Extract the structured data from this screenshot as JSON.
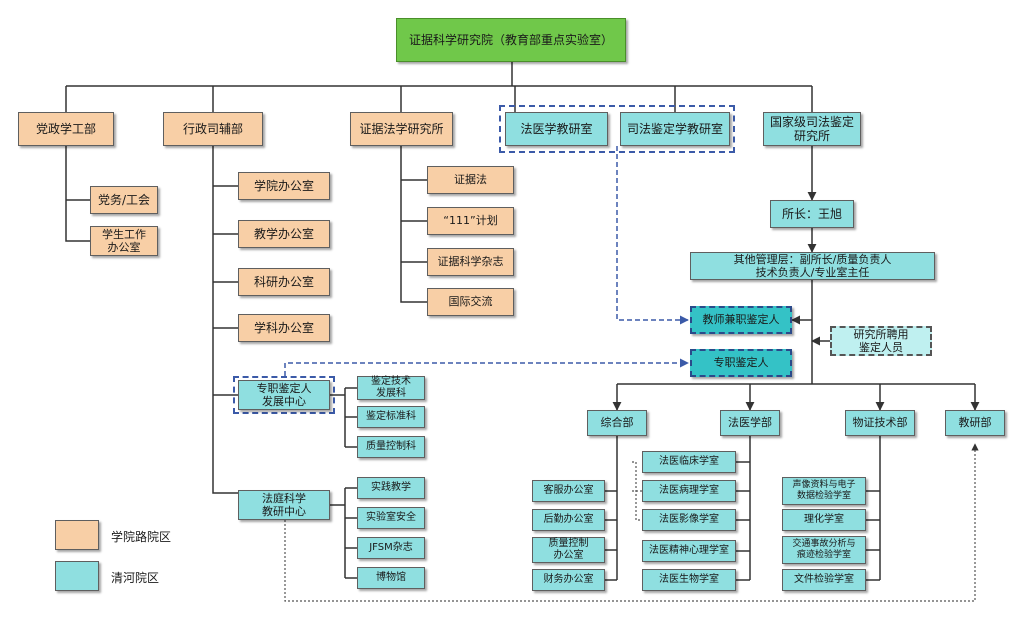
{
  "nodes": {
    "root": "证据科学研究院（教育部重点实验室）",
    "party": "党政学工部",
    "party_union": "党务/工会",
    "party_student": "学生工作\n办公室",
    "admin": "行政司辅部",
    "admin_college": "学院办公室",
    "admin_teaching": "教学办公室",
    "admin_research": "科研办公室",
    "admin_discipline": "学科办公室",
    "expert_center": "专职鉴定人\n发展中心",
    "tech_dev": "鉴定技术\n发展科",
    "standard": "鉴定标准科",
    "quality_ctrl": "质量控制科",
    "court_center": "法庭科学\n教研中心",
    "practice": "实践教学",
    "lab_safety": "实验室安全",
    "jfsm": "JFSM杂志",
    "museum": "博物馆",
    "evidence_law_inst": "证据法学研究所",
    "evidence_law": "证据法",
    "plan111": "“111”计划",
    "journal": "证据科学杂志",
    "intl": "国际交流",
    "forensic_med_dept": "法医学教研室",
    "judicial_dept": "司法鉴定学教研室",
    "national_inst": "国家级司法鉴定\n研究所",
    "director": "所长：王旭",
    "management": "其他管理层：副所长/质量负责人\n技术负责人/专业室主任",
    "parttime": "教师兼职鉴定人",
    "fulltime": "专职鉴定人",
    "hired": "研究所聘用\n鉴定人员",
    "general": "综合部",
    "forensic": "法医学部",
    "physical": "物证技术部",
    "teach_research": "教研部",
    "customer_office": "客服办公室",
    "logistics_office": "后勤办公室",
    "quality_office": "质量控制\n办公室",
    "finance_office": "财务办公室",
    "clinical": "法医临床学室",
    "pathology": "法医病理学室",
    "imaging": "法医影像学室",
    "psychiatry": "法医精神心理学室",
    "biology": "法医生物学室",
    "audio_video": "声像资料与电子\n数据检验学室",
    "physchem": "理化学室",
    "traffic": "交通事故分析与\n痕迹检验学室",
    "document": "文件检验学室"
  },
  "legend": {
    "campus_a": "学院路院区",
    "campus_b": "清河院区"
  },
  "colors": {
    "xueyuanlu": "#f8cfa6",
    "qinghe": "#8fdfe0",
    "root": "#70c84a",
    "highlight": "#34c2c6",
    "dashed_line": "#3b5aa8"
  }
}
